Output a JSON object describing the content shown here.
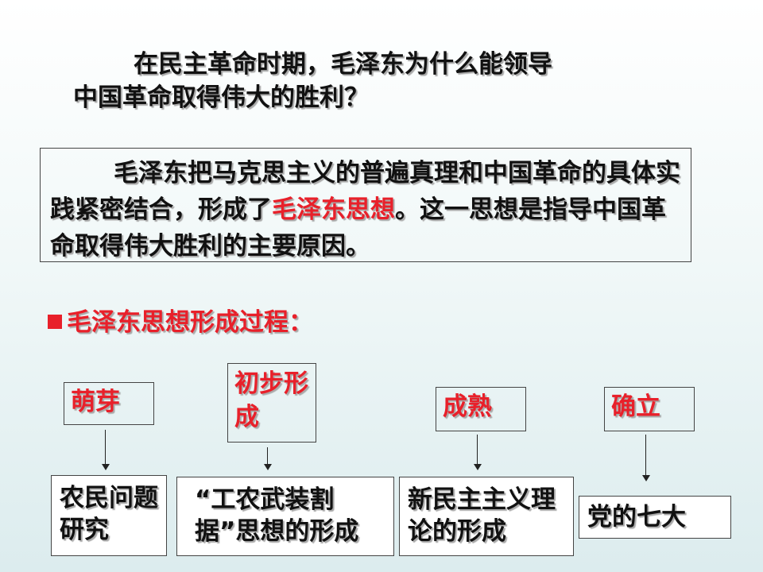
{
  "question": {
    "line1": "在民主革命时期，毛泽东为什么能领导",
    "line2": "中国革命取得伟大的胜利？"
  },
  "answer": {
    "part1": "毛泽东把马克思主义的普遍真理和中国革命的具体实践紧密结合，形成了",
    "highlight": "毛泽东思想",
    "part2": "。这一思想是指导中国革命取得伟大胜利的主要原因。"
  },
  "process_heading": "毛泽东思想形成过程：",
  "stages": [
    {
      "label": "萌芽",
      "description": "农民问题研究"
    },
    {
      "label": "初步形成",
      "description": "“工农武装割据”思想的形成"
    },
    {
      "label": "成熟",
      "description": "新民主主义理论的形成"
    },
    {
      "label": "确立",
      "description": "党的七大"
    }
  ],
  "colors": {
    "accent_red": "#e8202a",
    "text": "#111111",
    "border": "#444444"
  }
}
